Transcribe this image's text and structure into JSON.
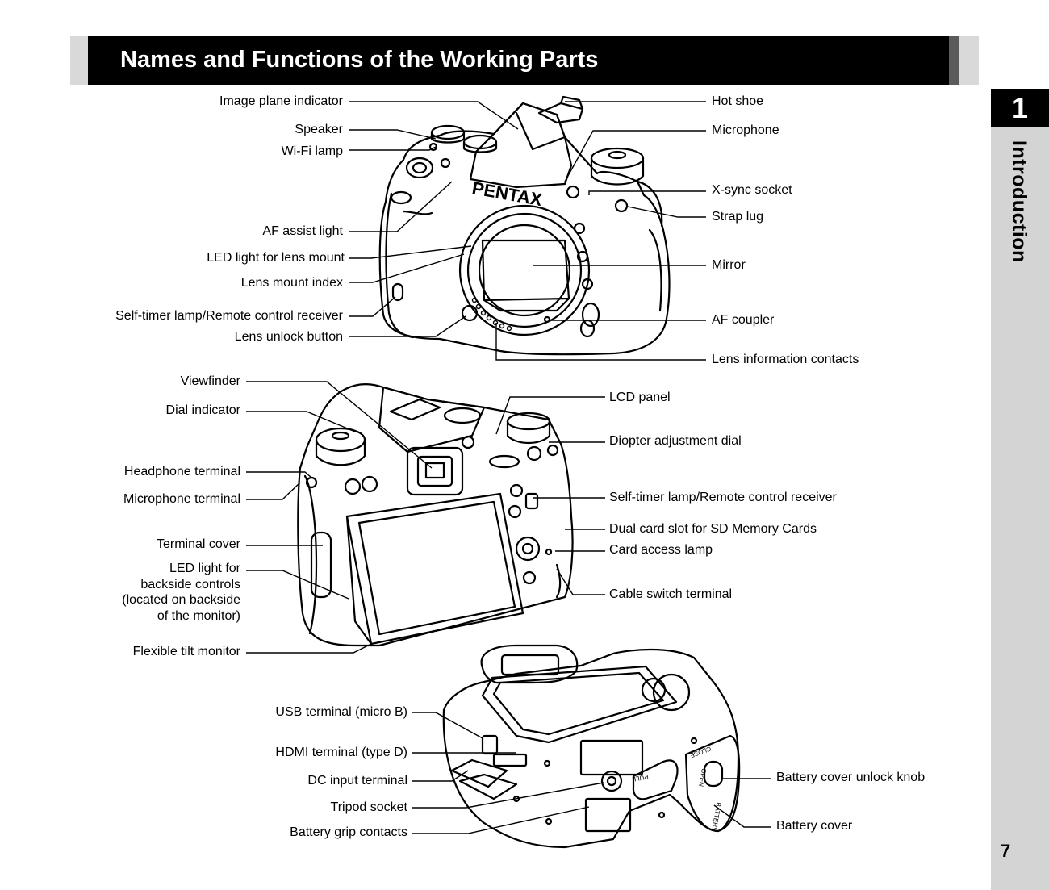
{
  "page": {
    "title": "Names and Functions of the Working Parts",
    "chapter_number": "1",
    "chapter_name": "Introduction",
    "page_number": "7"
  },
  "front_view": {
    "brand_logo": "PENTAX",
    "left_labels": [
      "Image plane indicator",
      "Speaker",
      "Wi-Fi lamp",
      "AF assist light",
      "LED light for lens mount",
      "Lens mount index",
      "Self-timer lamp/Remote control receiver",
      "Lens unlock button"
    ],
    "right_labels": [
      "Hot shoe",
      "Microphone",
      "X-sync socket",
      "Strap lug",
      "Mirror",
      "AF coupler",
      "Lens information contacts"
    ]
  },
  "back_view": {
    "left_labels": [
      "Viewfinder",
      "Dial indicator",
      "Headphone terminal",
      "Microphone terminal",
      "Terminal cover",
      "LED light for\nbackside controls\n(located on backside\nof the monitor)",
      "Flexible tilt monitor"
    ],
    "right_labels": [
      "LCD panel",
      "Diopter adjustment dial",
      "Self-timer lamp/Remote control receiver",
      "Dual card slot for SD Memory Cards",
      "Card access lamp",
      "Cable switch terminal"
    ]
  },
  "bottom_view": {
    "left_labels": [
      "USB terminal (micro B)",
      "HDMI terminal (type D)",
      "DC input terminal",
      "Tripod socket",
      "Battery grip contacts"
    ],
    "right_labels": [
      "Battery cover unlock knob",
      "Battery cover"
    ],
    "markings": [
      "PULL",
      "OPEN",
      "CLOSE",
      "BATTERY"
    ]
  }
}
